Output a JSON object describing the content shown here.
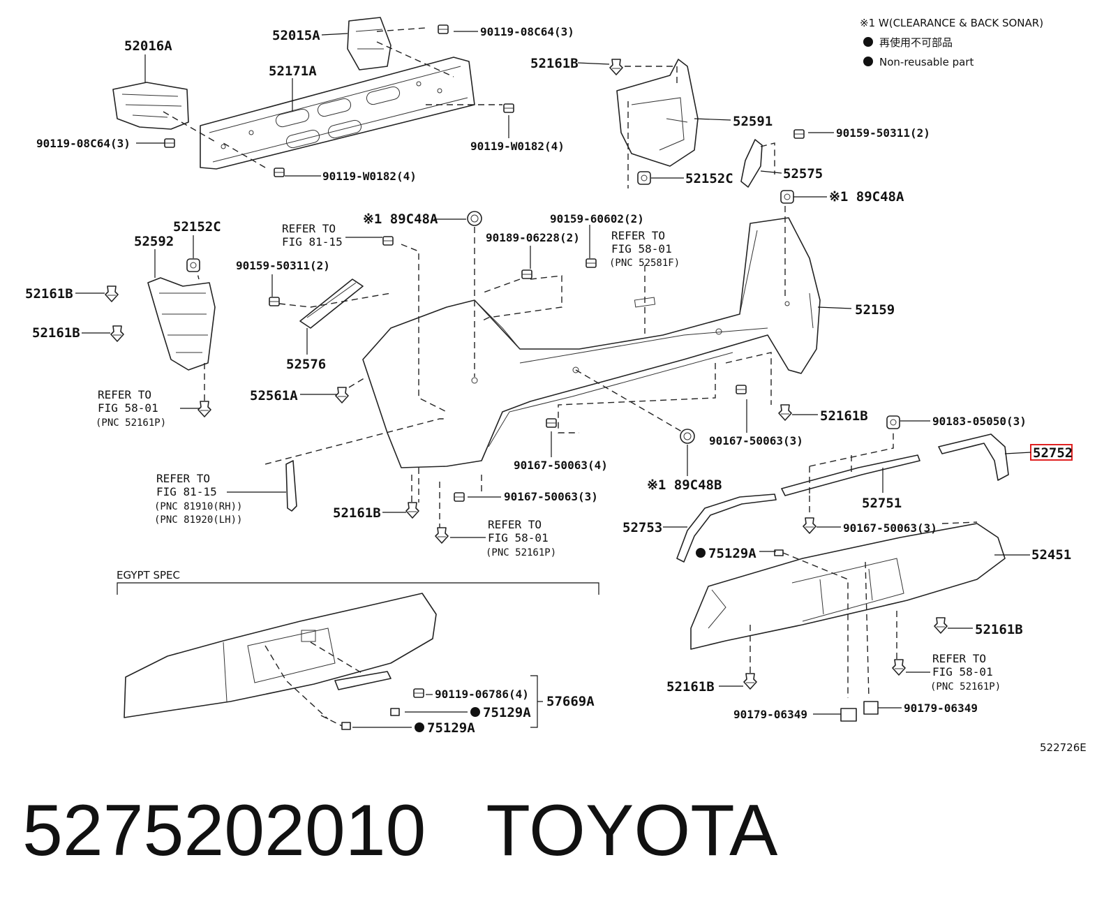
{
  "legend": {
    "line1": "※1 W(CLEARANCE & BACK SONAR)",
    "line2": "再使用不可部品",
    "line3": "Non-reusable part"
  },
  "section_title": "EGYPT SPEC",
  "illustration_id": "522726E",
  "parts": {
    "p52016A": "52016A",
    "p52015A": "52015A",
    "p52171A": "52171A",
    "p90119_08C64_top": "90119-08C64(3)",
    "p90119_08C64_left": "90119-08C64(3)",
    "p90119_W0182_right": "90119-W0182(4)",
    "p90119_W0182_bottom": "90119-W0182(4)",
    "p52161B_top": "52161B",
    "p52591": "52591",
    "p90159_50311_right": "90159-50311(2)",
    "p52152C_right": "52152C",
    "p52575": "52575",
    "p89C48A_right": "※1 89C48A",
    "p52152C_left": "52152C",
    "p52592": "52592",
    "p52161B_left1": "52161B",
    "p52161B_left2": "52161B",
    "p90159_50311_left": "90159-50311(2)",
    "p52576": "52576",
    "p89C48A_mid": "※1 89C48A",
    "p90159_60602": "90159-60602(2)",
    "p90189_06228": "90189-06228(2)",
    "p52159": "52159",
    "p52561A": "52561A",
    "p52161B_r2": "52161B",
    "p90183_05050": "90183-05050(3)",
    "p52752": "52752",
    "p90167_50063_a": "90167-50063(3)",
    "p90167_50063_b": "90167-50063(4)",
    "p89C48B": "※1 89C48B",
    "p52751": "52751",
    "p52161B_bl": "52161B",
    "p90167_50063_c": "90167-50063(3)",
    "p52753": "52753",
    "p90167_50063_d": "90167-50063(3)",
    "p75129A_right": "75129A",
    "p52451": "52451",
    "p52161B_r3": "52161B",
    "p52161B_r4": "52161B",
    "p90179_06349_a": "90179-06349",
    "p90179_06349_b": "90179-06349",
    "p90119_06786": "90119-06786(4)",
    "p57669A": "57669A",
    "p75129A_e1": "75129A",
    "p75129A_e2": "75129A"
  },
  "refs": {
    "r1": {
      "l1": "REFER TO",
      "l2": "FIG 81-15"
    },
    "r2": {
      "l1": "REFER TO",
      "l2": "FIG 58-01",
      "l3": "(PNC 52581F)"
    },
    "r3": {
      "l1": "REFER TO",
      "l2": "FIG 58-01",
      "l3": "(PNC 52161P)"
    },
    "r4": {
      "l1": "REFER TO",
      "l2": "FIG 81-15",
      "l3": "(PNC 81910(RH))",
      "l4": "(PNC 81920(LH))"
    },
    "r5": {
      "l1": "REFER TO",
      "l2": "FIG 58-01",
      "l3": "(PNC 52161P)"
    },
    "r6": {
      "l1": "REFER TO",
      "l2": "FIG 58-01",
      "l3": "(PNC 52161P)"
    }
  },
  "banner": {
    "part_number": "5275202010",
    "brand": "TOYOTA"
  }
}
